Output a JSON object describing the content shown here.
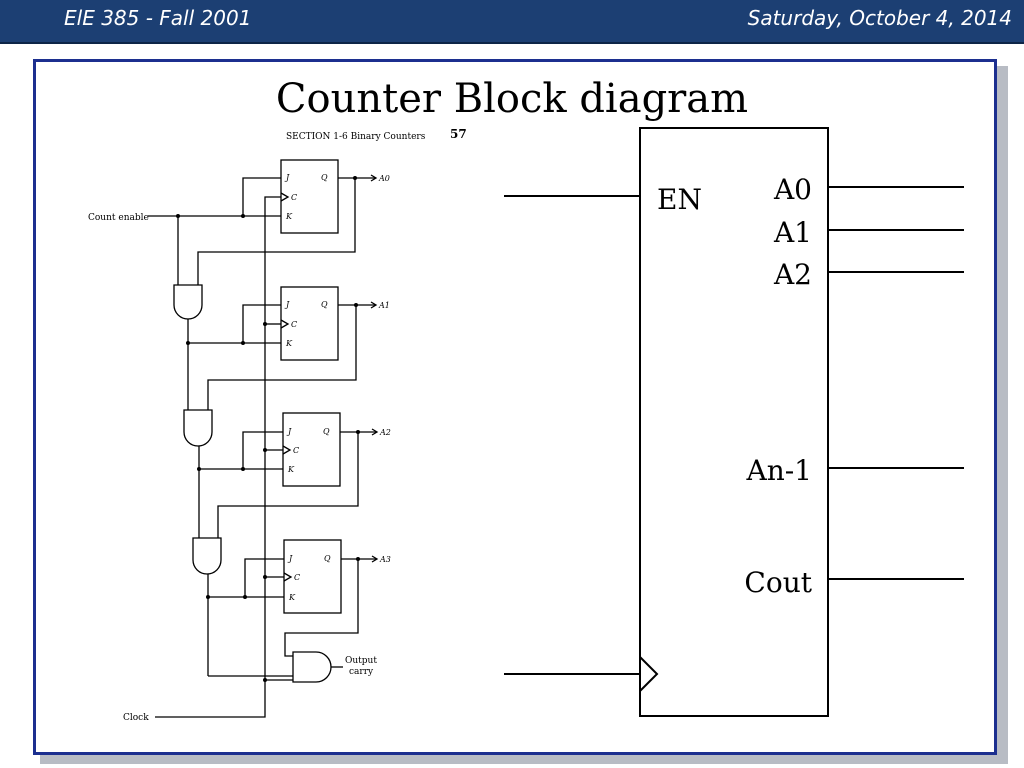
{
  "header": {
    "course": "ElE 385  - Fall 2001",
    "date": "Saturday, October 4, 2014"
  },
  "slide": {
    "title": "Counter Block diagram"
  },
  "figure": {
    "section": "SECTION 1-6  Binary Counters",
    "page": "57",
    "count_enable": "Count enable",
    "clock": "Clock",
    "output_carry_1": "Output",
    "output_carry_2": "carry",
    "ff_j": "J",
    "ff_q": "Q",
    "ff_c": "C",
    "ff_k": "K",
    "a0": "A0",
    "a1": "A1",
    "a2": "A2",
    "a3": "A3"
  },
  "block": {
    "en": "EN",
    "a0": "A0",
    "a1": "A1",
    "a2": "A2",
    "an1": "An-1",
    "cout": "Cout"
  },
  "colors": {
    "header_bg": "#1c3f73",
    "frame_border": "#1c2f8f"
  }
}
